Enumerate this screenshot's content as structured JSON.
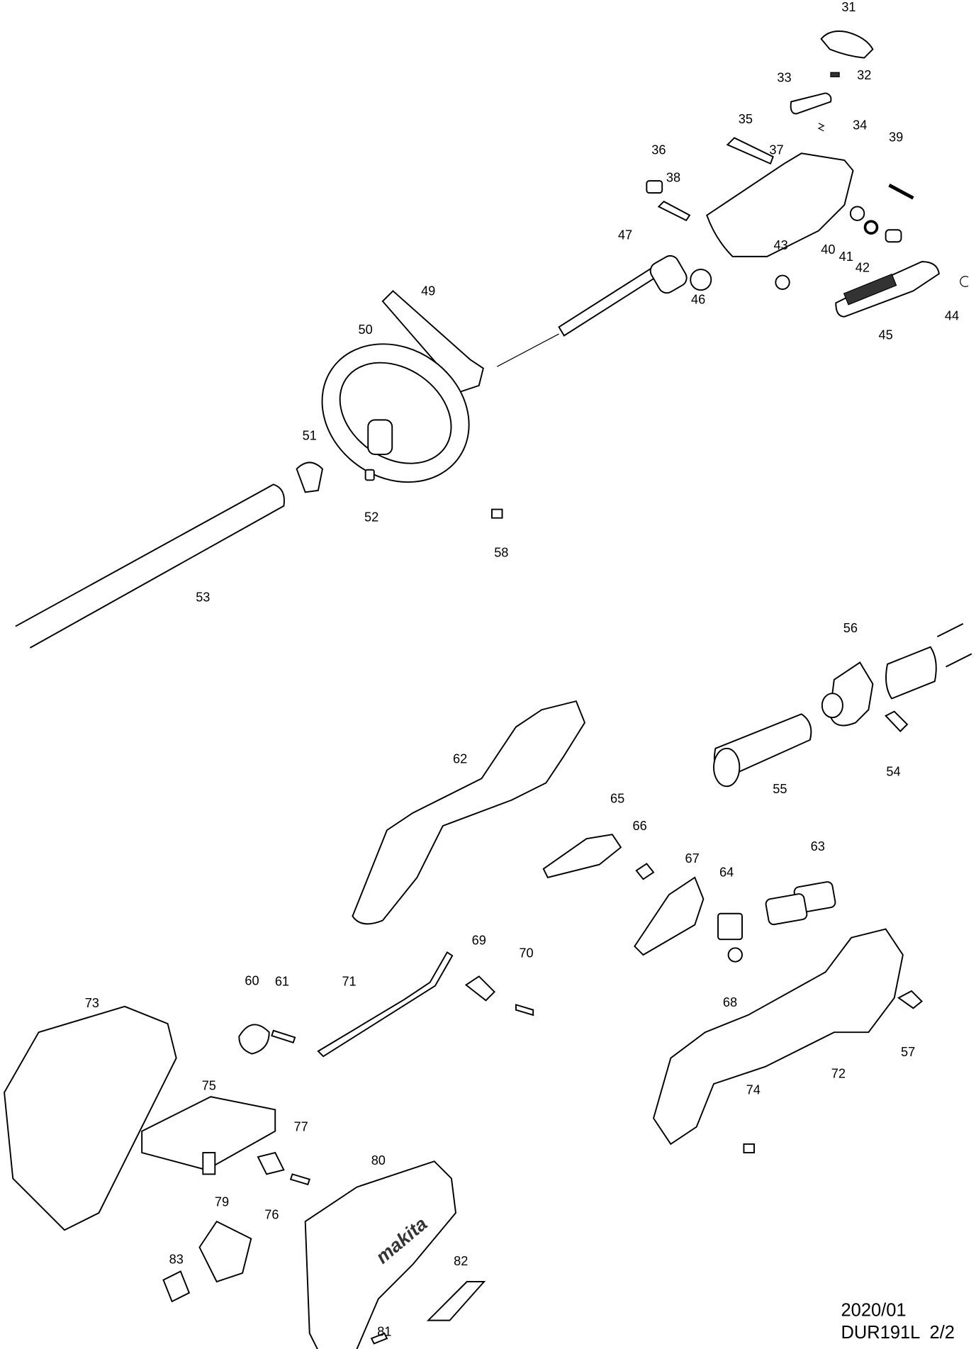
{
  "diagram": {
    "type": "exploded parts diagram",
    "part_labels": [
      "31",
      "32",
      "33",
      "34",
      "35",
      "36",
      "37",
      "38",
      "39",
      "40",
      "41",
      "42",
      "43",
      "44",
      "45",
      "46",
      "47",
      "49",
      "50",
      "51",
      "52",
      "53",
      "54",
      "55",
      "56",
      "57",
      "58",
      "60",
      "61",
      "62",
      "63",
      "64",
      "65",
      "66",
      "67",
      "68",
      "69",
      "70",
      "71",
      "72",
      "73",
      "74",
      "75",
      "76",
      "77",
      "79",
      "80",
      "81",
      "82",
      "83"
    ],
    "logo_text": "makita"
  },
  "footer": {
    "date": "2020/01",
    "model_page": "DUR191L  2/2"
  }
}
